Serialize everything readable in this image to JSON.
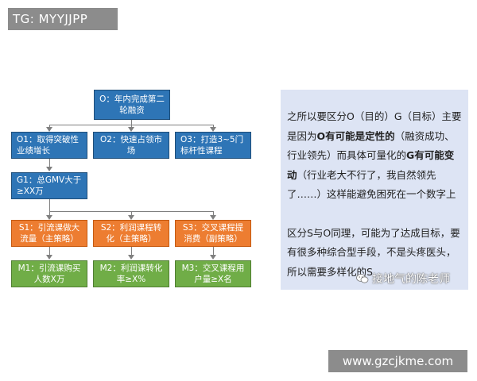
{
  "watermark_top": "TG: MYYJJPP",
  "watermark_bottom": "www.gzcjkme.com",
  "diagram": {
    "objective": "O：年内完成第二轮融资",
    "objectives": [
      "O1：取得突破性业绩增长",
      "O2：快速占领市场",
      "O3：打造3~5门标杆性课程"
    ],
    "goal": "G1：总GMV大于≥XX万",
    "strategies": [
      "S1：引流课做大流量（主策略）",
      "S2：利润课程转化（主策略）",
      "S3：交叉课程提消费（副策略）"
    ],
    "measures": [
      "M1：引流课购买人数X万",
      "M2：利润课转化率≥X%",
      "M3：交叉课程用户量≥X名"
    ]
  },
  "panel": {
    "p1": {
      "a": "之所以要区分O（目的）G（目标）主要是因为",
      "b1": "O有可能是定性的",
      "c": "（融资成功、行业领先）而具体可量化的",
      "b2": "G有可能变动",
      "d": "（行业老大不行了，我自然领先了……）这样能避免困死在一个数字上"
    },
    "p2": "区分S与O同理，可能为了达成目标，要有很多种综合型手段，不是头疼医头，所以需要多样化的S"
  },
  "wechat_account": "接地气的陈老师",
  "colors": {
    "objective_blue": "#2e75b6",
    "strategy_orange": "#ed7d31",
    "measure_green": "#70ad47",
    "panel_bg": "#dde4f4"
  }
}
